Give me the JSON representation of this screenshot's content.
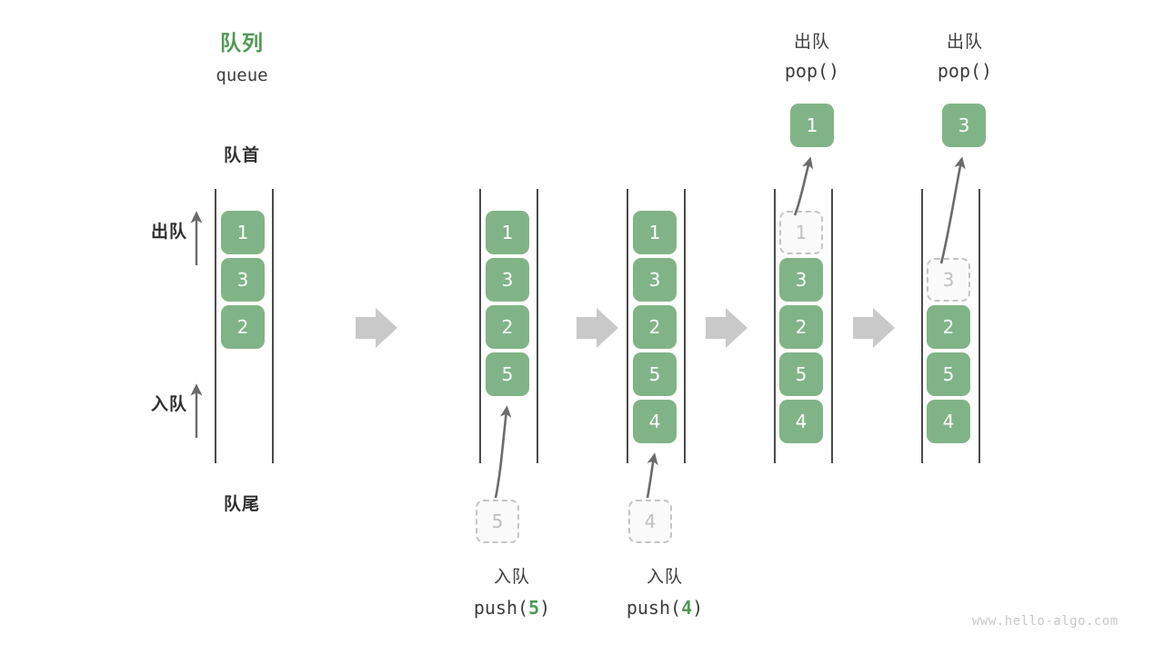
{
  "diagram": {
    "title_cn": "队列",
    "title_en": "queue",
    "front_label": "队首",
    "rear_label": "队尾",
    "dequeue_arrow_label": "出队",
    "enqueue_arrow_label": "入队",
    "watermark": "www.hello-algo.com",
    "accent_color": "#4f9a54",
    "cell_color": "#80b486",
    "ghost_color": "#c4c4c4",
    "step_arrow_color": "#c9c9c9"
  },
  "columns": [
    {
      "id": "initial",
      "header_cn": "",
      "header_code": "",
      "cells": [
        "1",
        "3",
        "2"
      ],
      "ghost_index": -1,
      "incoming": null,
      "outgoing": null,
      "caption_cn": "",
      "caption_code": ""
    },
    {
      "id": "after-push-5",
      "header_cn": "",
      "header_code": "",
      "cells": [
        "1",
        "3",
        "2",
        "5"
      ],
      "ghost_index": -1,
      "incoming": "5",
      "outgoing": null,
      "caption_cn": "入队",
      "caption_code_prefix": "push(",
      "caption_code_value": "5",
      "caption_code_suffix": ")"
    },
    {
      "id": "after-push-4",
      "header_cn": "",
      "header_code": "",
      "cells": [
        "1",
        "3",
        "2",
        "5",
        "4"
      ],
      "ghost_index": -1,
      "incoming": "4",
      "outgoing": null,
      "caption_cn": "入队",
      "caption_code_prefix": "push(",
      "caption_code_value": "4",
      "caption_code_suffix": ")"
    },
    {
      "id": "after-pop-1",
      "header_cn": "出队",
      "header_code": "pop()",
      "cells": [
        "1",
        "3",
        "2",
        "5",
        "4"
      ],
      "ghost_index": 0,
      "incoming": null,
      "outgoing": "1",
      "caption_cn": "",
      "caption_code": ""
    },
    {
      "id": "after-pop-3",
      "header_cn": "出队",
      "header_code": "pop()",
      "cells": [
        "",
        "3",
        "2",
        "5",
        "4"
      ],
      "ghost_index": 1,
      "incoming": null,
      "outgoing": "3",
      "caption_cn": "",
      "caption_code": ""
    }
  ],
  "step_arrows": [
    {
      "id": "step-arrow-1"
    },
    {
      "id": "step-arrow-2"
    },
    {
      "id": "step-arrow-3"
    },
    {
      "id": "step-arrow-4"
    }
  ]
}
